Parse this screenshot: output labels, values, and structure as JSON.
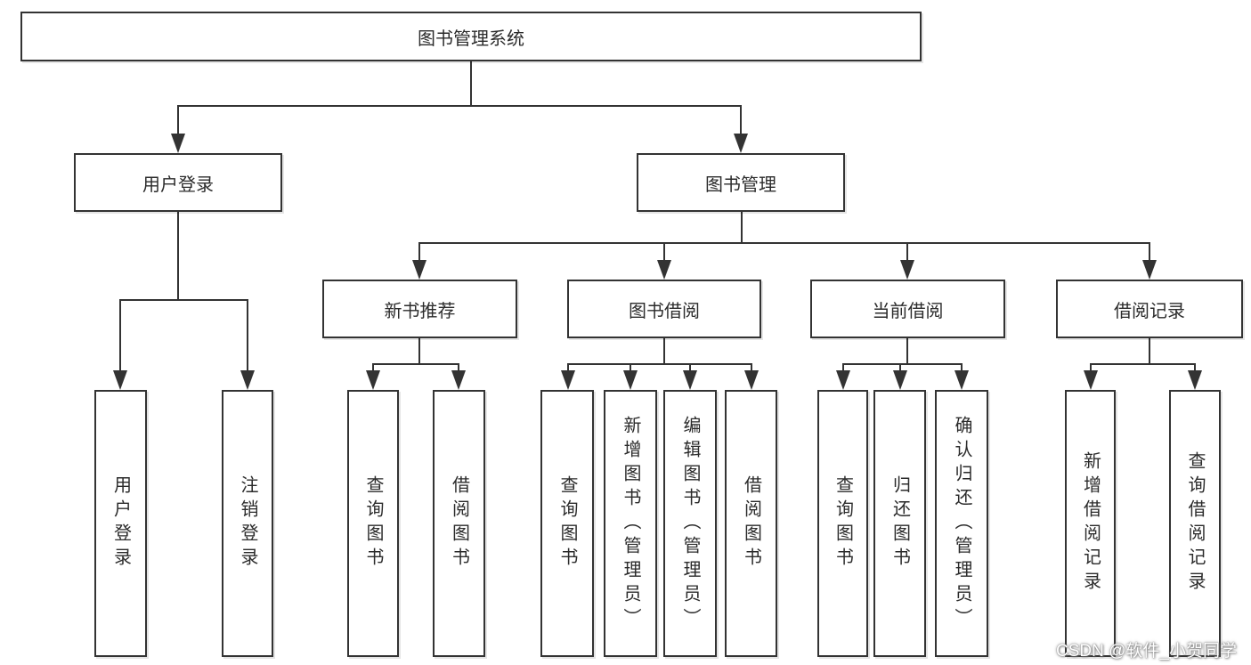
{
  "nodes": {
    "root": {
      "label": "图书管理系统"
    },
    "user_login": {
      "label": "用户登录"
    },
    "book_mgmt": {
      "label": "图书管理"
    },
    "new_book_rec": {
      "label": "新书推荐"
    },
    "book_borrow": {
      "label": "图书借阅"
    },
    "current_borrow": {
      "label": "当前借阅"
    },
    "borrow_record": {
      "label": "借阅记录"
    },
    "leaves": {
      "user_login": [
        "用户登录",
        "注销登录"
      ],
      "new_book_rec": [
        "查询图书",
        "借阅图书"
      ],
      "book_borrow": [
        "查询图书",
        "新增图书（管理员）",
        "编辑图书（管理员）",
        "借阅图书"
      ],
      "current_borrow": [
        "查询图书",
        "归还图书",
        "确认归还（管理员）"
      ],
      "borrow_record": [
        "新增借阅记录",
        "查询借阅记录"
      ]
    }
  },
  "watermark": {
    "text": "CSDN @软件_小贺同学"
  },
  "colors": {
    "line": "#333333",
    "text": "#2b2b2b",
    "background": "#ffffff",
    "watermark": "#ffffff"
  }
}
